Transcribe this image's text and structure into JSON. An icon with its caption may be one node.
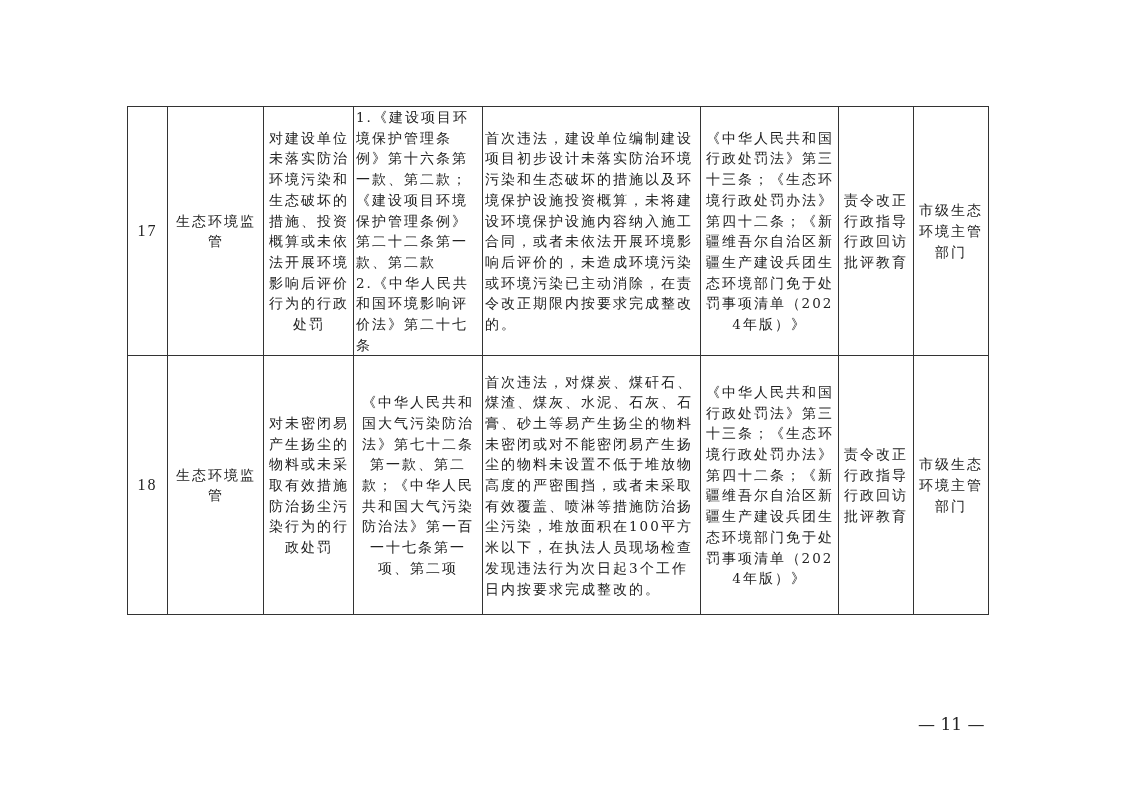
{
  "diagram": {
    "labels": [
      "17",
      "生态环境监管",
      "对建设单位未落实防治环境污染和生态破坏的措施、投资概算或未依法开展环境影响后评价行为的行政处罚",
      "1.《建设项目环境保护管理条例》第十六条第一款、第二款；《建设项目环境保护管理条例》第二十二条第一款、第二款",
      "2.《中华人民共和国环境影响评价法》第二十七条",
      "首次违法，建设单位编制建设项目初步设计未落实防治环境污染和生态破坏的措施以及环境保护设施投资概算，未将建设环境保护设施内容纳入施工合同，或者未依法开展环境影响后评价的，未造成环境污染或环境污染已主动消除，在责令改正期限内按要求完成整改的。",
      "《中华人民共和国行政处罚法》第三十三条；《生态环境行政处罚办法》第四十二条；《新疆维吾尔自治区新疆生产建设兵团生态环境部门免于处罚事项清单（2024年版）》",
      "责令改正",
      "行政指导",
      "行政回访",
      "批评教育",
      "市级生态环境主管部门",
      "18",
      "生态环境监管",
      "对未密闭易产生扬尘的物料或未采取有效措施防治扬尘污染行为的行政处罚",
      "《中华人民共和国大气污染防治法》第七十二条第一款、第二款；《中华人民共和国大气污染防治法》第一百一十七条第一项、第二项",
      "首次违法，对煤炭、煤矸石、煤渣、煤灰、水泥、石灰、石膏、砂土等易产生扬尘的物料未密闭或对不能密闭易产生扬尘的物料未设置不低于堆放物高度的严密围挡，或者未采取有效覆盖、喷淋等措施防治扬尘污染，堆放面积在100平方米以下，在执法人员现场检查发现违法行为次日起3个工作日内按要求完成整改的。",
      "《中华人民共和国行政处罚法》第三十三条；《生态环境行政处罚办法》第四十二条；《新疆维吾尔自治区新疆生产建设兵团生态环境部门免于处罚事项清单（2024年版）》",
      "责令改正",
      "行政指导",
      "行政回访",
      "批评教育",
      "市级生态环境主管部门",
      "— 11 —"
    ]
  }
}
